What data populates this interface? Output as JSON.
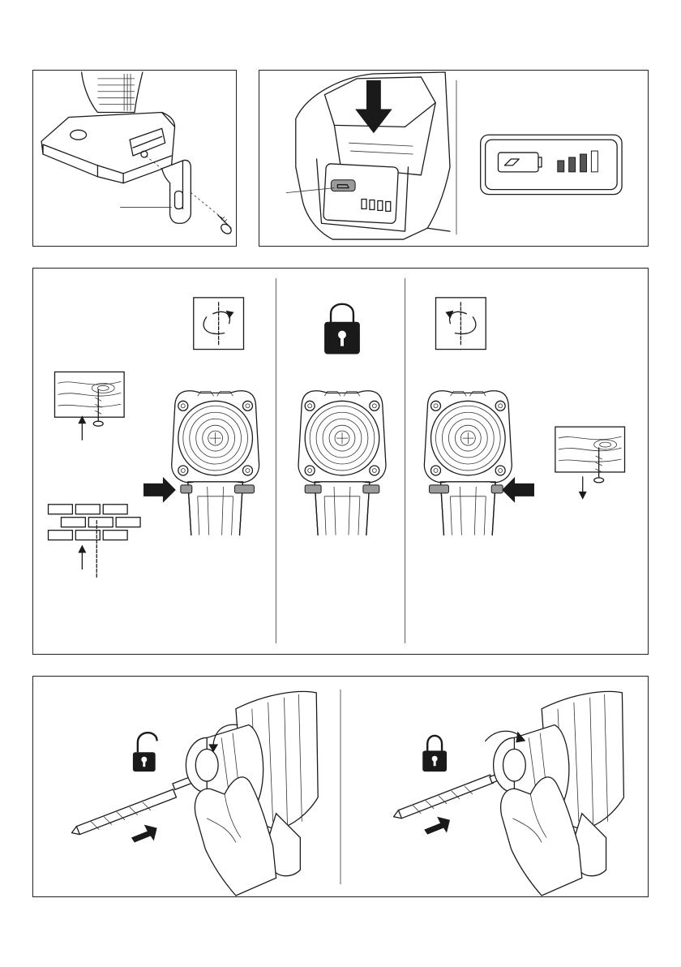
{
  "figures": [
    {
      "id": "belt-clip-installation"
    },
    {
      "id": "battery-indicator"
    },
    {
      "id": "rotation-direction-switch"
    },
    {
      "id": "keyless-chuck-bit-change"
    }
  ],
  "icons": {
    "clockwise": "rotate-clockwise-icon",
    "locked": "padlock-closed-icon",
    "counterclockwise": "rotate-counterclockwise-icon",
    "unlocked": "padlock-open-icon"
  },
  "colors": {
    "ink": "#1a1a1a",
    "switch_grey": "#9a9a9a",
    "battery_cell_dark": "#555555"
  },
  "battery_level": 0.75
}
